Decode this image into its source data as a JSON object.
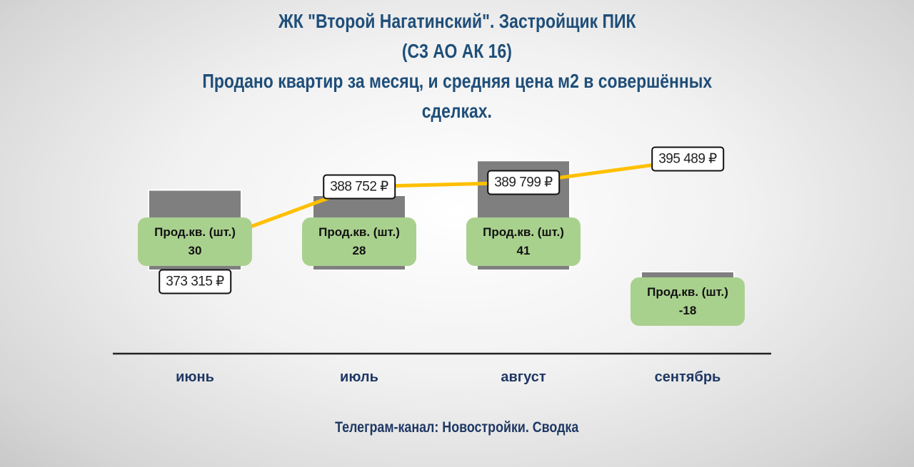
{
  "chart_data": {
    "type": "bar+line",
    "title": [
      "ЖК \"Второй Нагатинский\". Застройщик ПИК",
      "(С3 АО АК 16)",
      "Продано квартир за месяц,  и средняя цена м2 в совершённых",
      "сделках."
    ],
    "categories": [
      "июнь",
      "июль",
      "август",
      "сентябрь"
    ],
    "series": [
      {
        "name": "Прод.кв. (шт.)",
        "type": "bar",
        "values": [
          30,
          28,
          41,
          -18
        ],
        "color": "#7f7f7f"
      },
      {
        "name": "Средняя цена м2",
        "type": "line",
        "values": [
          373315,
          388752,
          389799,
          395489
        ],
        "labels": [
          "373 315 ₽",
          "388 752 ₽",
          "389 799 ₽",
          "395 489 ₽"
        ],
        "color": "#ffc000"
      }
    ],
    "bar_label_name": "Прод.кв. (шт.)",
    "ylim_bars": [
      -30,
      45
    ],
    "ylim_price": [
      360000,
      400000
    ],
    "grid": false,
    "legend": "none"
  },
  "source": "Телеграм-канал: Новостройки. Сводка"
}
